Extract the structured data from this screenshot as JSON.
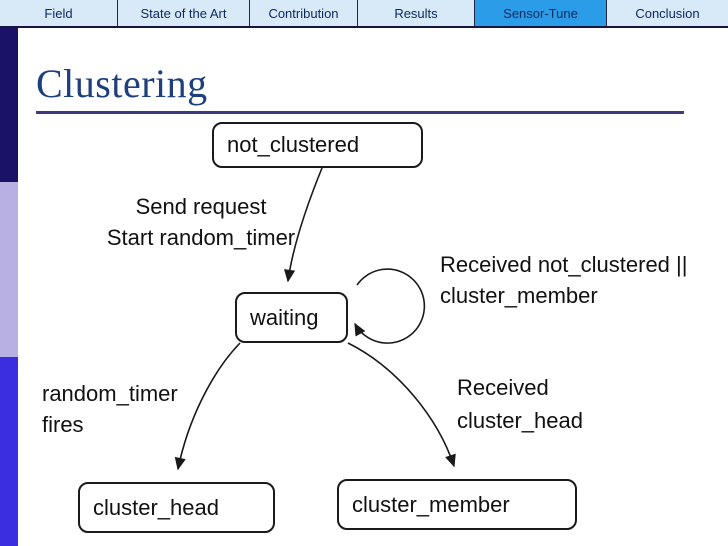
{
  "nav": {
    "tabs": [
      {
        "label": "Field",
        "active": false
      },
      {
        "label": "State of the Art",
        "active": false
      },
      {
        "label": "Contribution",
        "active": false
      },
      {
        "label": "Results",
        "active": false
      },
      {
        "label": "Sensor-Tune",
        "active": true
      },
      {
        "label": "Conclusion",
        "active": false
      }
    ],
    "colors": {
      "bar_bg": "#d8eaf8",
      "active_bg": "#2b9ce8",
      "text": "#0e2a60",
      "border": "#15153f"
    }
  },
  "slide": {
    "title": "Clustering",
    "title_color": "#1d3f7d",
    "rule_color": "#3a3a82"
  },
  "sidebar_colors": {
    "top": "#1a1266",
    "middle": "#b8b0e2",
    "bottom": "#3a2ee0"
  },
  "diagram": {
    "type": "state-machine",
    "stroke_color": "#1a1a1a",
    "states": [
      {
        "label": "not_clustered"
      },
      {
        "label": "waiting"
      },
      {
        "label": "cluster_head"
      },
      {
        "label": "cluster_member"
      }
    ],
    "transitions": [
      {
        "from": "not_clustered",
        "to": "waiting",
        "label": "Send request Start random_timer"
      },
      {
        "from": "waiting",
        "to": "waiting",
        "label": "Received not_clustered || cluster_member"
      },
      {
        "from": "waiting",
        "to": "cluster_head",
        "label": "random_timer fires"
      },
      {
        "from": "waiting",
        "to": "cluster_member",
        "label": "Received cluster_head"
      }
    ],
    "labels": {
      "send_request": {
        "line1": "Send request",
        "line2": "Start random_timer"
      },
      "self_loop": {
        "line1": "Received not_clustered ||",
        "line2": "cluster_member"
      },
      "timer_fires": {
        "line1": "random_timer",
        "line2": "fires"
      },
      "received_head": {
        "line1": "Received",
        "line2": "cluster_head"
      }
    }
  }
}
